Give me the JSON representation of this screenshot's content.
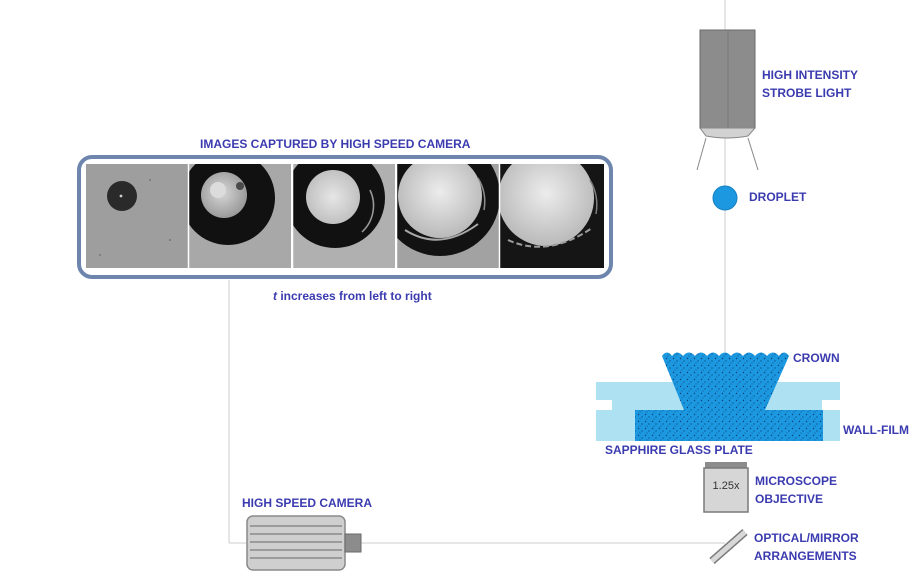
{
  "images_title": "IMAGES CAPTURED BY HIGH SPEED CAMERA",
  "time_caption": {
    "symbol": "t",
    "text": " increases from left to right"
  },
  "labels": {
    "strobe_line1": "HIGH INTENSITY",
    "strobe_line2": "STROBE LIGHT",
    "droplet": "DROPLET",
    "crown": "CROWN",
    "wall_film": "WALL-FILM",
    "sapphire": "SAPPHIRE GLASS PLATE",
    "microscope_line1": "MICROSCOPE",
    "microscope_line2": "OBJECTIVE",
    "mirror_line1": "OPTICAL/MIRROR",
    "mirror_line2": "ARRANGEMENTS",
    "camera": "HIGH SPEED CAMERA"
  },
  "objective_magnification": "1.25x",
  "colors": {
    "label_text": "#3b3bb0",
    "frame_border": "#6e86ad",
    "fluid_blue": "#1c98e0",
    "plate_light_blue": "#aee2f2",
    "strobe_body": "#8c8c8c",
    "camera_body": "#cfcfcf"
  },
  "frames": [
    {
      "id": 1,
      "dark_ring": false
    },
    {
      "id": 2,
      "dark_ring": true
    },
    {
      "id": 3,
      "dark_ring": true
    },
    {
      "id": 4,
      "dark_ring": true
    },
    {
      "id": 5,
      "dark_ring": true
    }
  ]
}
